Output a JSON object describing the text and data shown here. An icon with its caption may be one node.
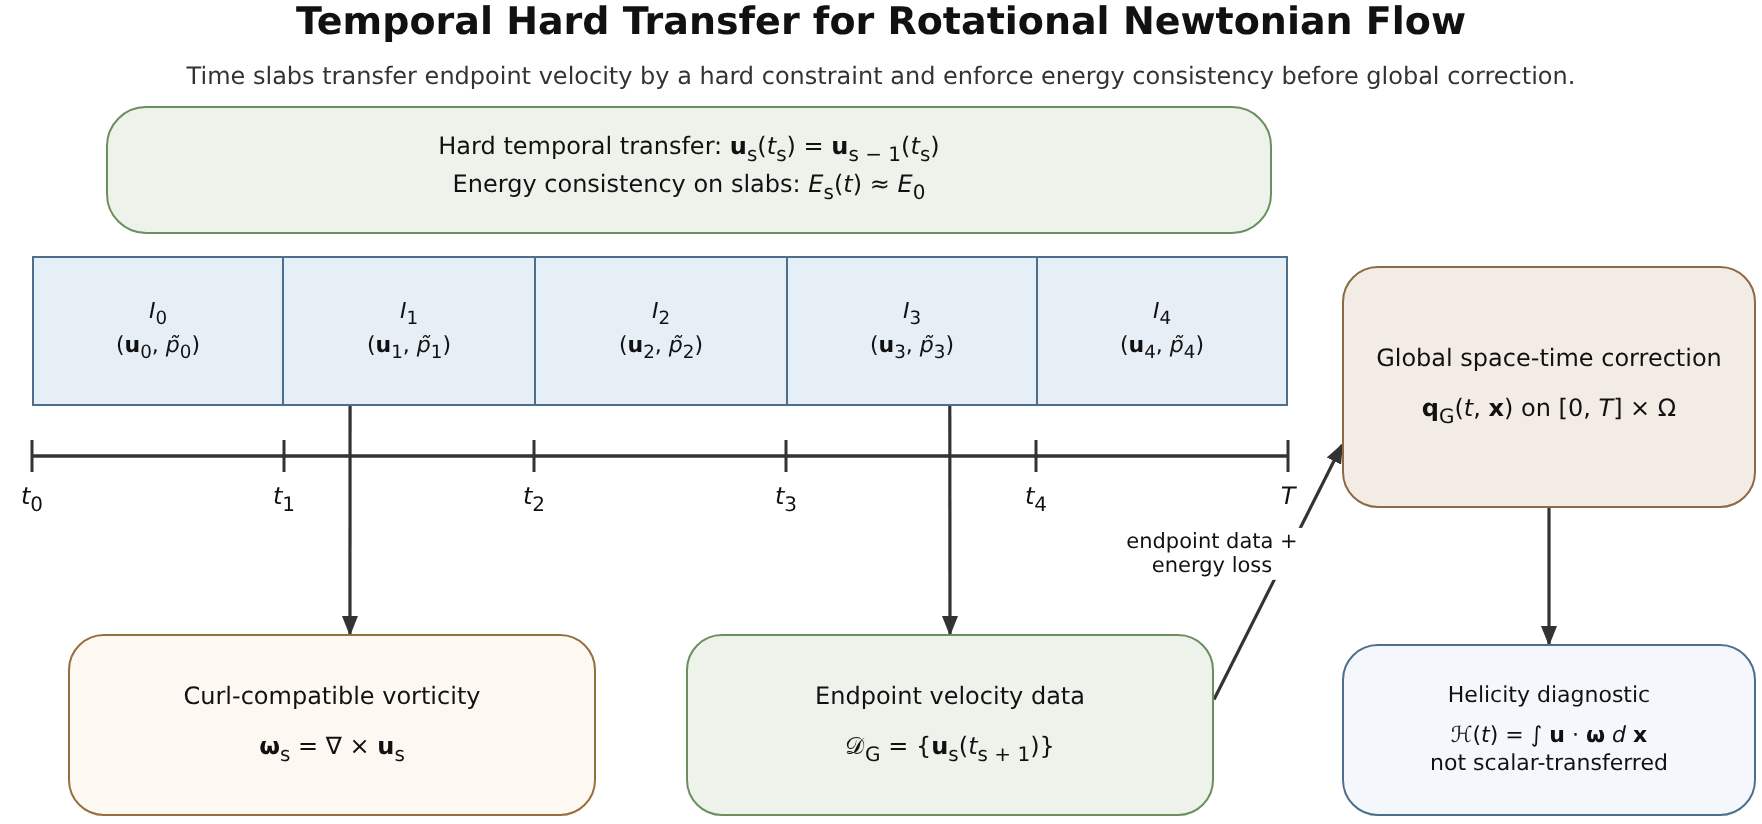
{
  "diagram": {
    "title": "Temporal Hard Transfer for Rotational Newtonian Flow",
    "caption": "Time slabs transfer endpoint velocity by a hard constraint and enforce energy consistency before global correction.",
    "nodes": [
      {
        "text": [
          "Hard temporal transfer:  **u**$_{s}$(*t*$_{s}$) = **u**$_{s − 1}$(*t*$_{s}$)",
          "Energy consistency on slabs:  *E*$_{s}$(*t*) ≈ *E*$_{0}$"
        ]
      },
      {
        "text": [
          "*I*$_{0}$",
          "(**u**$_{0}$, *p̃*$_{0}$)"
        ]
      },
      {
        "text": [
          "*I*$_{1}$",
          "(**u**$_{1}$, *p̃*$_{1}$)"
        ]
      },
      {
        "text": [
          "*I*$_{2}$",
          "(**u**$_{2}$, *p̃*$_{2}$)"
        ]
      },
      {
        "text": [
          "*I*$_{3}$",
          "(**u**$_{3}$, *p̃*$_{3}$)"
        ]
      },
      {
        "text": [
          "*I*$_{4}$",
          "(**u**$_{4}$, *p̃*$_{4}$)"
        ]
      },
      {
        "text": [
          "Curl-compatible vorticity",
          "**ω**$_{s}$ = ∇ × **u**$_{s}$"
        ]
      },
      {
        "text": [
          "Endpoint velocity data",
          "𝒟$_{G}$ = {**u**$_{s}$(*t*$_{s + 1}$)}"
        ]
      },
      {
        "text": [
          "Global space-time correction",
          "**q**$_{G}$(*t*, **x**) on [0, *T*] × Ω"
        ]
      },
      {
        "text": [
          "Helicity diagnostic",
          "ℋ(*t*) = ∫ **u** · **ω** *d* **x**",
          "not scalar-transferred"
        ]
      }
    ],
    "edges": [
      {
        "from": 2,
        "to": 6,
        "arrow": "to"
      },
      {
        "from": 4,
        "to": 7,
        "arrow": "to"
      },
      {
        "from": 7,
        "to": 8,
        "arrow": "to",
        "label": "endpoint data + energy loss"
      },
      {
        "from": 8,
        "to": 9,
        "arrow": "to"
      }
    ],
    "labels": [
      "*t*$_{0}$",
      "*t*$_{1}$",
      "*t*$_{2}$",
      "*t*$_{3}$",
      "*t*$_{4}$",
      "*T*"
    ]
  }
}
